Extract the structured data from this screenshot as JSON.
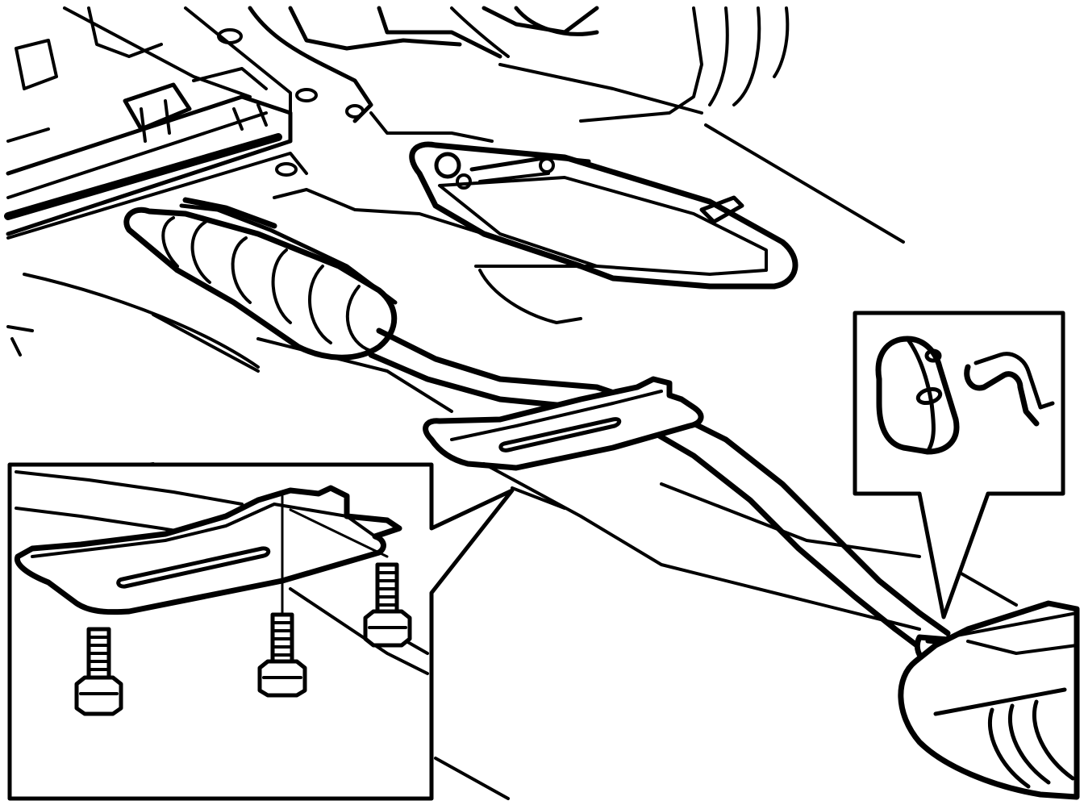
{
  "diagram": {
    "kind": "exhaust heat shield installation illustration",
    "colors": {
      "stroke": "#000000",
      "background": "#ffffff"
    },
    "callouts": [
      {
        "id": "bolt-detail",
        "items": [
          "heat-shield",
          "bolt",
          "bolt",
          "bolt"
        ]
      },
      {
        "id": "hanger-detail",
        "items": [
          "rubber-hanger",
          "hanger-bracket"
        ]
      }
    ]
  }
}
